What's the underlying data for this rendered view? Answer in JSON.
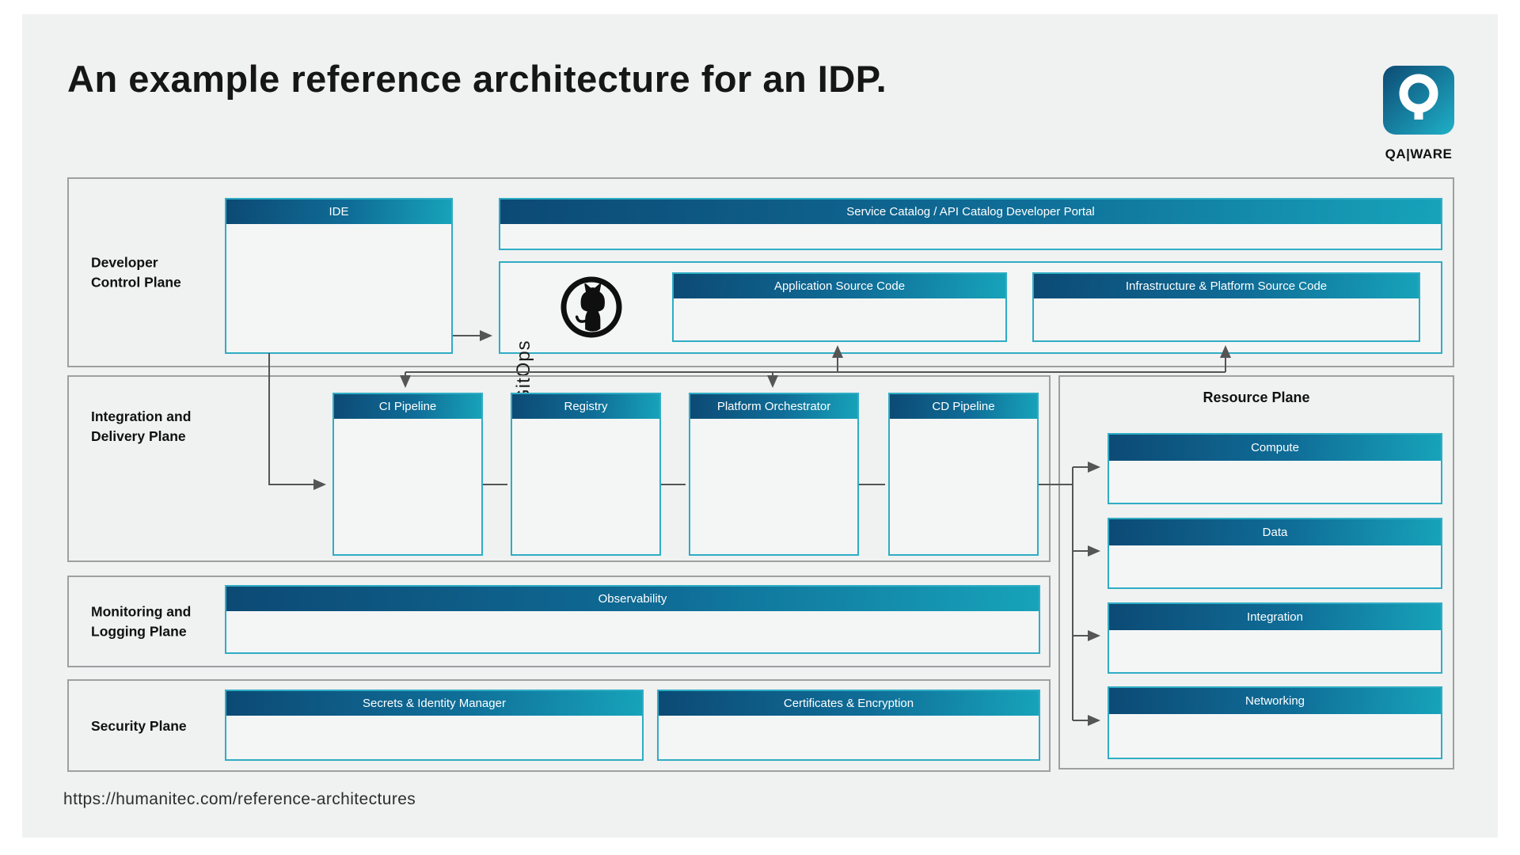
{
  "header": {
    "title": "An example reference architecture for an IDP.",
    "brand": "QA|WARE"
  },
  "footer": {
    "url": "https://humanitec.com/reference-architectures"
  },
  "colors": {
    "header_gradient_start": "#0c4a75",
    "header_gradient_end": "#17a3ba",
    "box_border": "#2fadc4",
    "box_body": "#f4f6f6",
    "plane_border": "#9da0a1",
    "canvas_bg": "#f0f1f1",
    "arrow": "#555555",
    "logo_gradient_start": "#0d4a74",
    "logo_gradient_end": "#1fb0c8"
  },
  "icons": {
    "logo": "magnifier-q-icon",
    "gitops": "github-octocat-icon"
  },
  "planes": {
    "developer_control": {
      "label": "Developer\nControl Plane",
      "components": {
        "ide": "IDE",
        "service_catalog": "Service Catalog / API Catalog Developer Portal",
        "gitops": "GitOps",
        "application_source": "Application Source Code",
        "infrastructure_source": "Infrastructure & Platform Source Code"
      }
    },
    "integration_delivery": {
      "label": "Integration and\nDelivery Plane",
      "components": {
        "ci_pipeline": "CI Pipeline",
        "registry": "Registry",
        "platform_orchestrator": "Platform Orchestrator",
        "cd_pipeline": "CD Pipeline"
      }
    },
    "monitoring_logging": {
      "label": "Monitoring and\nLogging Plane",
      "components": {
        "observability": "Observability"
      }
    },
    "security": {
      "label": "Security Plane",
      "components": {
        "secrets_identity": "Secrets & Identity Manager",
        "certificates_encryption": "Certificates & Encryption"
      }
    },
    "resource": {
      "label": "Resource Plane",
      "components": {
        "compute": "Compute",
        "data": "Data",
        "integration": "Integration",
        "networking": "Networking"
      }
    }
  }
}
